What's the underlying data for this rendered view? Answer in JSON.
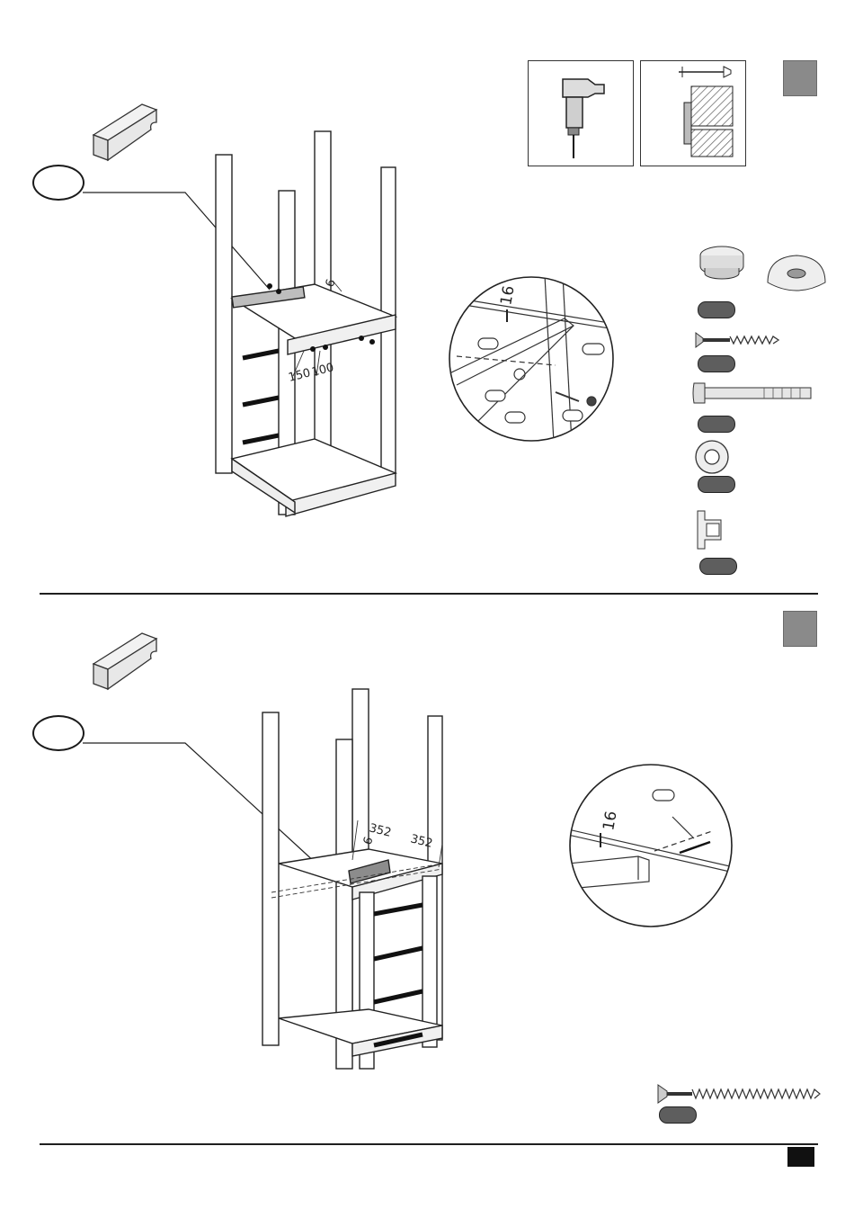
{
  "step1": {
    "dimensions": {
      "detail_depth": "16",
      "offset_a": "6",
      "spacing_a": "150",
      "spacing_b": "100"
    },
    "parts": [
      {
        "icon": "cap-plug-icon"
      },
      {
        "icon": "cup-washer-icon"
      },
      {
        "icon": "countersunk-screw-icon"
      },
      {
        "icon": "carriage-bolt-icon"
      },
      {
        "icon": "flat-washer-icon"
      },
      {
        "icon": "bracket-icon"
      }
    ]
  },
  "step2": {
    "dimensions": {
      "detail_depth": "16",
      "offset_a": "6",
      "width_a": "352",
      "width_b": "352"
    },
    "parts": [
      {
        "icon": "long-screw-icon"
      }
    ]
  },
  "colors": {
    "step_box": "#8a8a8a",
    "page_box": "#111111",
    "label_pill": "#5e5e5e"
  }
}
